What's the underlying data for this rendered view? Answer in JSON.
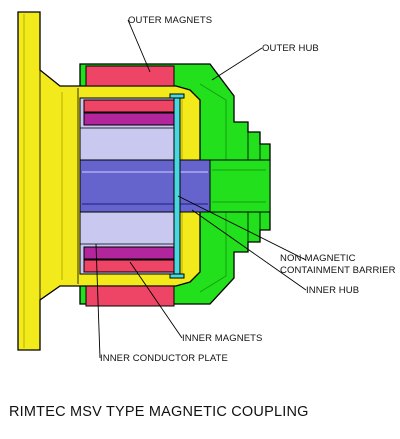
{
  "caption": "RIMTEC MSV TYPE MAGNETIC COUPLING",
  "labels": {
    "outer_magnets": "OUTER MAGNETS",
    "outer_hub": "OUTER HUB",
    "containment_barrier_line1": "NON-MAGNETIC",
    "containment_barrier_line2": "CONTAINMENT BARRIER",
    "inner_hub": "INNER HUB",
    "inner_magnets": "INNER MAGNETS",
    "inner_conductor_plate": "INNER CONDUCTOR PLATE"
  },
  "colors": {
    "outer_hub": "#22e01c",
    "outer_hub_dark": "#13a010",
    "yellow_flange": "#f2ea1a",
    "yellow_dark": "#b8b000",
    "magnets_red": "#ee4466",
    "conductor_magenta": "#b2259c",
    "inner_cavity_lavender": "#c8c8f0",
    "shaft_blue": "#6464cc",
    "barrier_cyan": "#48d8e0",
    "outline": "#000000"
  }
}
